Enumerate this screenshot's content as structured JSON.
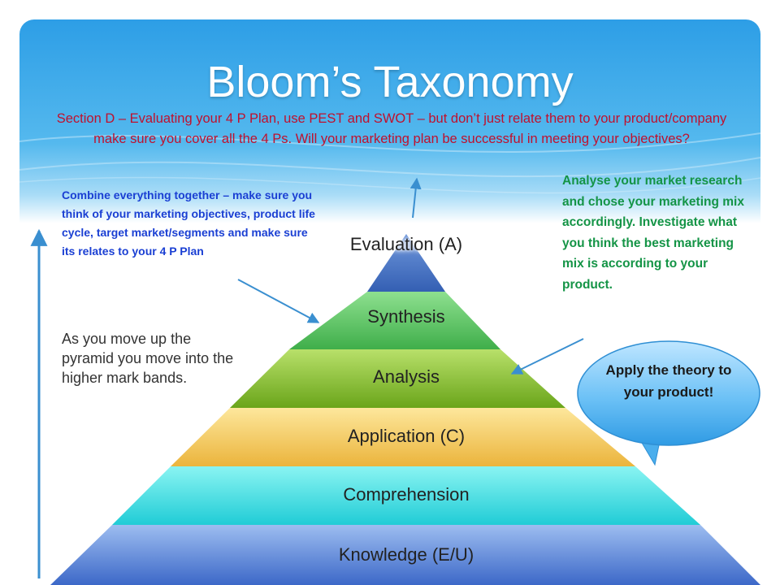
{
  "slide": {
    "title": "Bloom’s Taxonomy",
    "subtitle": "Section D – Evaluating your 4 P Plan, use PEST and SWOT – but don’t just relate them to your product/company make sure you cover all the 4 Ps. Will your marketing plan be successful in meeting your objectives?"
  },
  "notes": {
    "synthesis": "Combine everything together – make sure you think of your marketing objectives, product life cycle, target market/segments and make sure its relates to your 4 P Plan",
    "analysis": "Analyse your market research and chose your marketing mix accordingly. Investigate what you think the best marketing mix is according to your product.",
    "progression": "As you move up the pyramid you move into the higher mark bands."
  },
  "callout": {
    "text": "Apply the theory to your product!"
  },
  "pyramid": {
    "tiers": [
      {
        "label": "Evaluation (A)",
        "color": "#3f6fc2"
      },
      {
        "label": "Synthesis",
        "color": "#5cc463"
      },
      {
        "label": "Analysis",
        "color": "#86bd24"
      },
      {
        "label": "Application (C)",
        "color": "#f2c34d"
      },
      {
        "label": "Comprehension",
        "color": "#33d6dc"
      },
      {
        "label": "Knowledge (E/U)",
        "color": "#3f6fcc"
      }
    ]
  },
  "colors": {
    "header_blue": "#2d9ee6",
    "subtitle_red": "#c0102d",
    "note_blue": "#1a3fd3",
    "note_green": "#149446",
    "arrow_blue": "#3a8fd0"
  }
}
